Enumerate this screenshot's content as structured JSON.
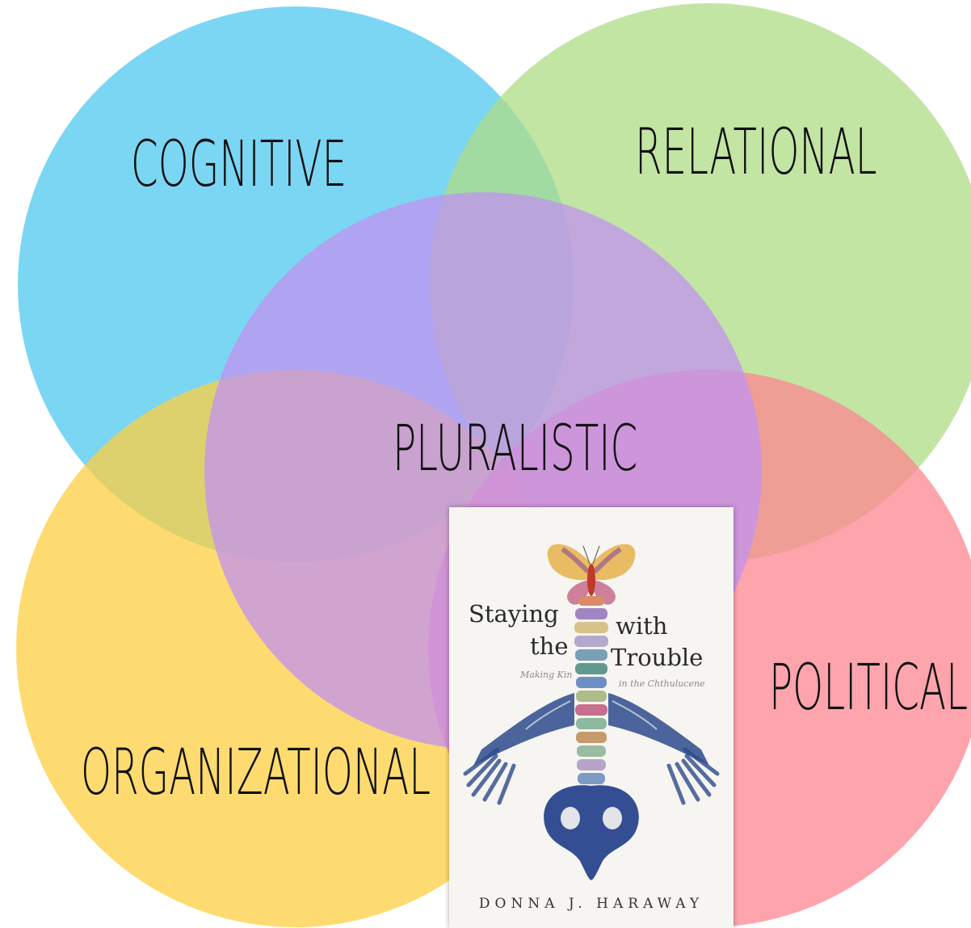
{
  "diagram": {
    "circles": [
      {
        "id": "cognitive",
        "label": "COGNITIVE",
        "color": "#4fc8f0"
      },
      {
        "id": "relational",
        "label": "RELATIONAL",
        "color": "#aedc85"
      },
      {
        "id": "pluralistic",
        "label": "PLURALISTIC",
        "color": "#c291f0"
      },
      {
        "id": "organizational",
        "label": "ORGANIZATIONAL",
        "color": "#fdcf40"
      },
      {
        "id": "political",
        "label": "POLITICAL",
        "color": "#fe8592"
      }
    ]
  },
  "book": {
    "title_line1": "Staying",
    "title_line2": "the",
    "title_line3": "with",
    "title_line4": "Trouble",
    "subtitle_part1": "Making Kin",
    "subtitle_part2": "in the Chthulucene",
    "author": "DONNA J. HARAWAY"
  }
}
